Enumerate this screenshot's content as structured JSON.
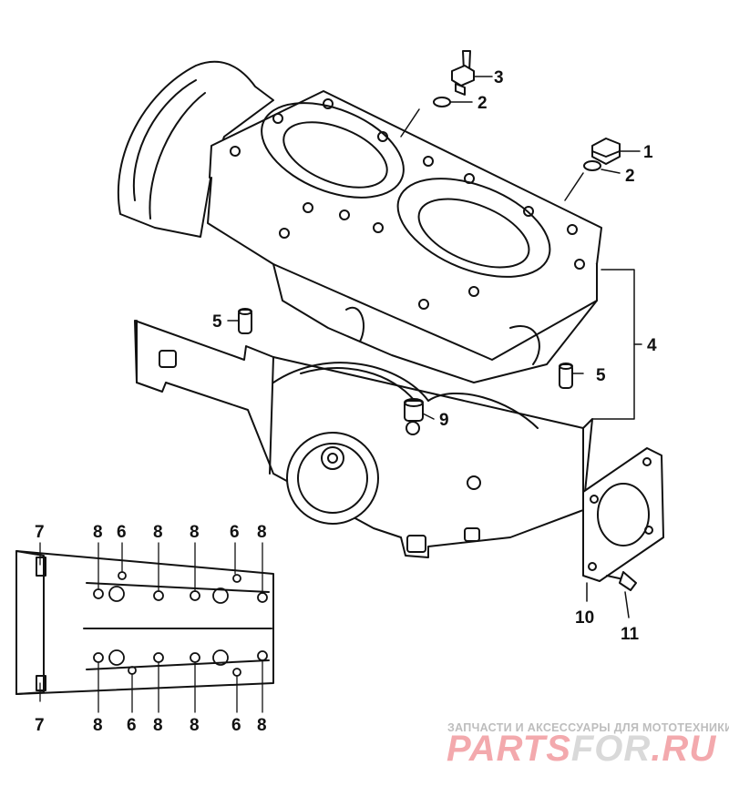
{
  "callouts": {
    "c1": "1",
    "c2a": "2",
    "c2b": "2",
    "c3": "3",
    "c4": "4",
    "c5a": "5",
    "c5b": "5",
    "c9": "9",
    "c10": "10",
    "c11": "11",
    "d7_top": "7",
    "d7_bot": "7",
    "d8_t1": "8",
    "d6_t1": "6",
    "d8_t2": "8",
    "d8_t3": "8",
    "d6_t2": "6",
    "d8_t4": "8",
    "d8_b1": "8",
    "d6_b1": "6",
    "d8_b2": "8",
    "d8_b3": "8",
    "d6_b2": "6",
    "d8_b4": "8"
  },
  "watermark": {
    "tagline": "ЗАПЧАСТИ И АКСЕССУАРЫ ДЛЯ МОТОТЕХНИКИ",
    "brand_part1": "PARTS",
    "brand_part2": "FOR",
    "brand_part3": ".RU"
  },
  "colors": {
    "line": "#111111",
    "watermark_red": "#f3a9ad",
    "watermark_grey": "#d9d9d9"
  }
}
